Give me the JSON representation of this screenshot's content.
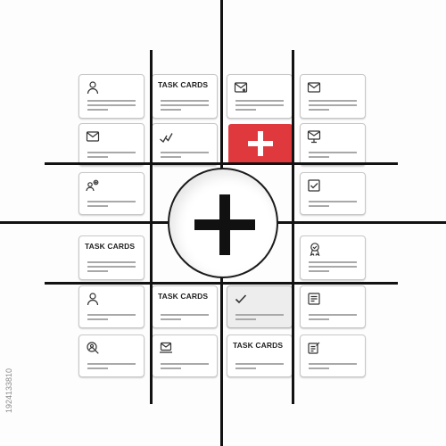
{
  "card_title": "TASK CARDS",
  "stock_id": "1924133810",
  "colors": {
    "accent_red": "#e0393d",
    "grid_lines": "#121212",
    "card_border": "#c7c7c7",
    "placeholder_lines": "#a9a9a9"
  },
  "cards": [
    {
      "icon": "user-icon"
    },
    {
      "title": "TASK CARDS"
    },
    {
      "icon": "photo-envelope-icon"
    },
    {
      "icon": "envelope-icon"
    },
    {
      "icon": "envelope-icon"
    },
    {
      "icon": "checkmark-trend-icon"
    },
    {
      "icon": "monitor-mail-icon"
    },
    {
      "icon": "team-settings-icon"
    },
    {
      "icon": "checkbox-icon"
    },
    {
      "title": "TASK CARDS"
    },
    {
      "icon": "award-badge-icon"
    },
    {
      "icon": "user-icon"
    },
    {
      "title": "TASK CARDS"
    },
    {
      "icon": "checkmark-icon"
    },
    {
      "icon": "document-icon"
    },
    {
      "icon": "search-person-icon"
    },
    {
      "icon": "laptop-mail-icon"
    },
    {
      "title": "TASK CARDS"
    },
    {
      "icon": "document-edit-icon"
    }
  ],
  "center_button": {
    "icon": "plus-icon"
  },
  "red_tile": {
    "icon": "plus-icon"
  }
}
